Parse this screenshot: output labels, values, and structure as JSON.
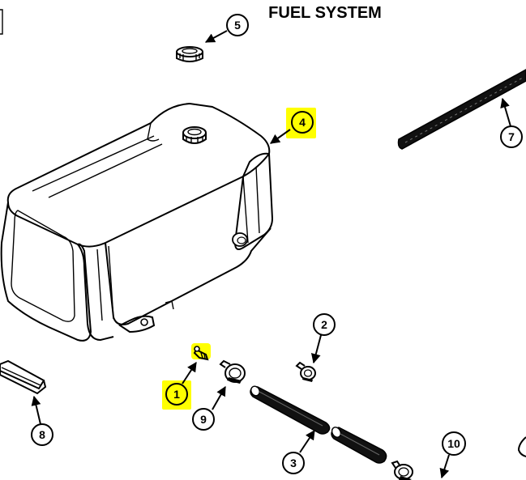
{
  "title": "FUEL SYSTEM",
  "highlight_color": "#ffff00",
  "callouts": [
    {
      "id": "1",
      "label": "1",
      "highlighted": true
    },
    {
      "id": "2",
      "label": "2",
      "highlighted": false
    },
    {
      "id": "3",
      "label": "3",
      "highlighted": false
    },
    {
      "id": "4",
      "label": "4",
      "highlighted": true
    },
    {
      "id": "5",
      "label": "5",
      "highlighted": false
    },
    {
      "id": "7",
      "label": "7",
      "highlighted": false
    },
    {
      "id": "8",
      "label": "8",
      "highlighted": false
    },
    {
      "id": "9",
      "label": "9",
      "highlighted": false
    },
    {
      "id": "10",
      "label": "10",
      "highlighted": false
    }
  ]
}
